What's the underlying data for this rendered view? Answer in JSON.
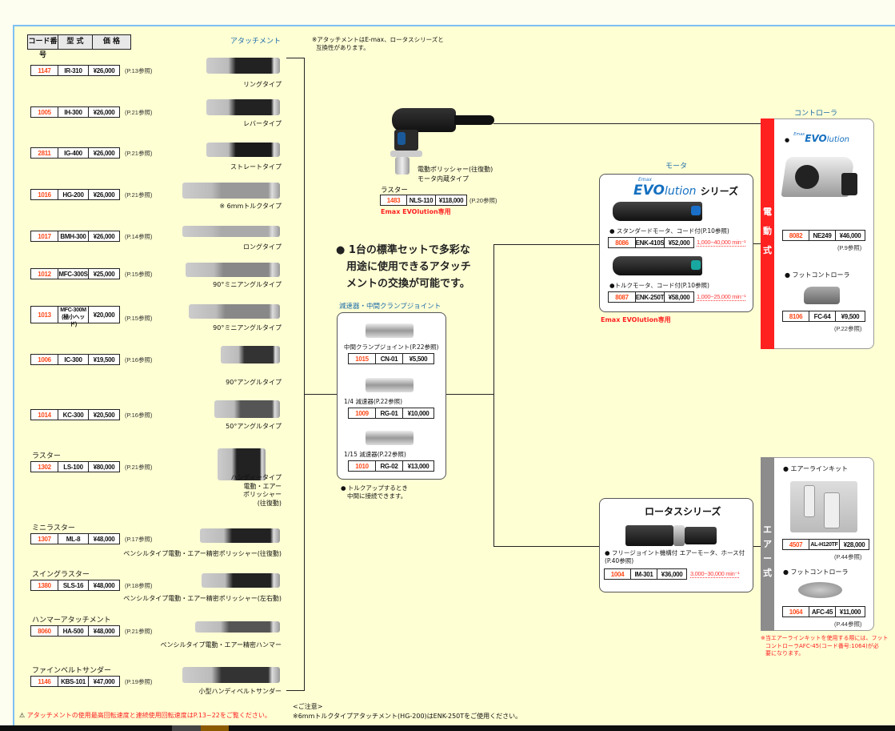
{
  "header": {
    "code": "コード番号",
    "model": "型 式",
    "price": "価 格"
  },
  "attachments_title": "アタッチメント",
  "compat_note": [
    "※アタッチメントはE-max、ロータスシリーズと",
    "互換性があります。"
  ],
  "attachments": [
    {
      "code": "1147",
      "model": "IR-310",
      "price": "¥26,000",
      "ref": "(P.13参照)",
      "caption": [
        "リングタイプ"
      ]
    },
    {
      "code": "1005",
      "model": "IH-300",
      "price": "¥26,000",
      "ref": "(P.21参照)",
      "caption": [
        "レバータイプ"
      ]
    },
    {
      "code": "2811",
      "model": "IG-400",
      "price": "¥26,000",
      "ref": "(P.21参照)",
      "caption": [
        "ストレートタイプ"
      ]
    },
    {
      "code": "1016",
      "model": "HG-200",
      "price": "¥26,000",
      "ref": "(P.21参照)",
      "caption": [
        "※ 6mmトルクタイプ"
      ]
    },
    {
      "code": "1017",
      "model": "BMH-300",
      "price": "¥26,000",
      "ref": "(P.14参照)",
      "caption": [
        "ロングタイプ"
      ]
    },
    {
      "code": "1012",
      "model": "MFC-300S",
      "price": "¥25,000",
      "ref": "(P.15参照)",
      "caption": [
        "90°ミニアングルタイプ"
      ]
    },
    {
      "code": "1013",
      "model": "MFC-300M (極小ヘッド)",
      "price": "¥20,000",
      "ref": "(P.15参照)",
      "caption": [
        "90°ミニアングルタイプ"
      ]
    },
    {
      "code": "1006",
      "model": "IC-300",
      "price": "¥19,500",
      "ref": "(P.16参照)",
      "caption": [
        "90°アングルタイプ"
      ]
    },
    {
      "code": "1014",
      "model": "KC-300",
      "price": "¥20,500",
      "ref": "(P.16参照)",
      "caption": [
        "50°アングルタイプ"
      ]
    },
    {
      "label": "ラスター",
      "code": "1302",
      "model": "LS-100",
      "price": "¥80,000",
      "ref": "(P.21参照)",
      "caption": [
        "ハンディータイプ",
        "電動・エアー",
        "ポリッシャー",
        "(往復動)"
      ]
    },
    {
      "label": "ミニラスター",
      "code": "1307",
      "model": "ML-8",
      "price": "¥48,000",
      "ref": "(P.17参照)",
      "caption": [
        "ペンシルタイプ電動・エアー精密ポリッシャー(往復動)"
      ]
    },
    {
      "label": "スイングラスター",
      "code": "1380",
      "model": "SLS-16",
      "price": "¥48,000",
      "ref": "(P.18参照)",
      "caption": [
        "ペンシルタイプ電動・エアー精密ポリッシャー(左右動)"
      ]
    },
    {
      "label": "ハンマーアタッチメント",
      "code": "8060",
      "model": "HA-500",
      "price": "¥48,000",
      "ref": "(P.21参照)",
      "caption": [
        "ペンシルタイプ電動・エアー精密ハンマー"
      ]
    },
    {
      "label": "ファインベルトサンダー",
      "code": "1146",
      "model": "KBS-101",
      "price": "¥47,000",
      "ref": "(P.19参照)",
      "caption": [
        "小型ハンディベルトサンダー"
      ]
    }
  ],
  "raster": {
    "desc": [
      "電動ポリッシャー(往復動)",
      "モータ内蔵タイプ"
    ],
    "label": "ラスター",
    "code": "1483",
    "model": "NLS-110",
    "price": "¥118,000",
    "ref": "(P.20参照)",
    "note": "Emax EVOlution専用"
  },
  "feature": [
    "● 1台の標準セットで多彩な",
    "用途に使用できるアタッチ",
    "メントの交換が可能です。"
  ],
  "joints": {
    "title": "減速器・中間クランプジョイント",
    "items": [
      {
        "name": "中間クランプジョイント(P.22参照)",
        "code": "1015",
        "model": "CN-01",
        "price": "¥5,500"
      },
      {
        "name": "1/4 減速器(P.22参照)",
        "code": "1009",
        "model": "RG-01",
        "price": "¥10,000"
      },
      {
        "name": "1/15 減速器(P.22参照)",
        "code": "1010",
        "model": "RG-02",
        "price": "¥13,000"
      }
    ],
    "note": [
      "● トルクアップするとき",
      "中間に接続できます。"
    ]
  },
  "motor": {
    "title": "モータ",
    "brand_small": "Emax",
    "brand": "EVO",
    "brand_rest": "lution",
    "series": "シリーズ",
    "items": [
      {
        "name": "● スタンダードモータ、コード付(P.10参照)",
        "code": "8086",
        "model": "ENK-410S",
        "price": "¥52,000",
        "speed": "1,000~40,000 min⁻¹",
        "accent": "#1a70c8"
      },
      {
        "name": "●トルクモータ、コード付(P.10参照)",
        "code": "8087",
        "model": "ENK-250T",
        "price": "¥58,000",
        "speed": "1,000~25,000 min⁻¹",
        "accent": "#18a8a0"
      }
    ],
    "note": "Emax EVOlution専用"
  },
  "controller": {
    "title": "コントローラ",
    "side": [
      "電",
      "動",
      "式"
    ],
    "side_color": "#ff2020",
    "brand_small": "Emax",
    "brand": "EVO",
    "brand_rest": "lution",
    "main": {
      "code": "8082",
      "model": "NE249",
      "price": "¥46,000",
      "ref": "(P.9参照)"
    },
    "foot_label": "● フットコントローラ",
    "foot": {
      "code": "8106",
      "model": "FC-64",
      "price": "¥9,500",
      "ref": "(P.22参照)"
    }
  },
  "lotus": {
    "title": "ロータスシリーズ",
    "name": "● フリージョイント機構付 エアーモータ、ホース付(P.40参照)",
    "code": "1004",
    "model": "IM-301",
    "price": "¥36,000",
    "speed": "3,000~30,000 min⁻¹"
  },
  "air": {
    "side": [
      "エ",
      "ア",
      "ー",
      "式"
    ],
    "side_color": "#8c8c8c",
    "kit_label": "● エアーラインキット",
    "kit": {
      "code": "4507",
      "model": "AL-H120TF",
      "price": "¥28,000",
      "ref": "(P.44参照)"
    },
    "foot_label": "● フットコントローラ",
    "foot": {
      "code": "1064",
      "model": "AFC-45",
      "price": "¥11,000",
      "ref": "(P.44参照)"
    },
    "note": [
      "※当エアーラインキットを使用する際には、フット",
      "コントローラAFC-45(コード番号:1064)が必",
      "要になります。"
    ]
  },
  "warning": "アタッチメントの使用最高回転速度と連続使用回転速度はP.13~22をご覧ください。",
  "caution": {
    "title": "<ご注意>",
    "text": "※6mmトルクタイプアタッチメント(HG-200)はENK-250Tをご使用ください。"
  }
}
